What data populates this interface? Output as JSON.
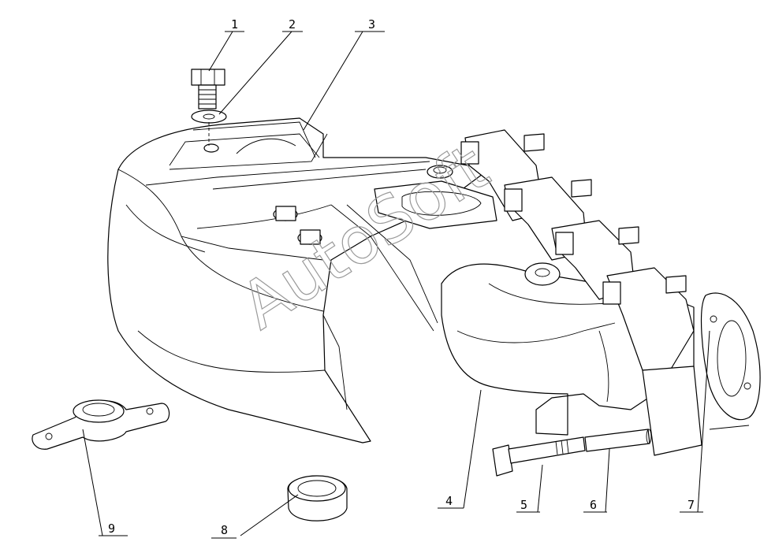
{
  "diagram": {
    "watermark": "AutoSoft",
    "callouts": [
      {
        "id": "c1",
        "label": "1"
      },
      {
        "id": "c2",
        "label": "2"
      },
      {
        "id": "c3",
        "label": "3"
      },
      {
        "id": "c4",
        "label": "4"
      },
      {
        "id": "c5",
        "label": "5"
      },
      {
        "id": "c6",
        "label": "6"
      },
      {
        "id": "c7",
        "label": "7"
      },
      {
        "id": "c8",
        "label": "8"
      },
      {
        "id": "c9",
        "label": "9"
      }
    ]
  }
}
